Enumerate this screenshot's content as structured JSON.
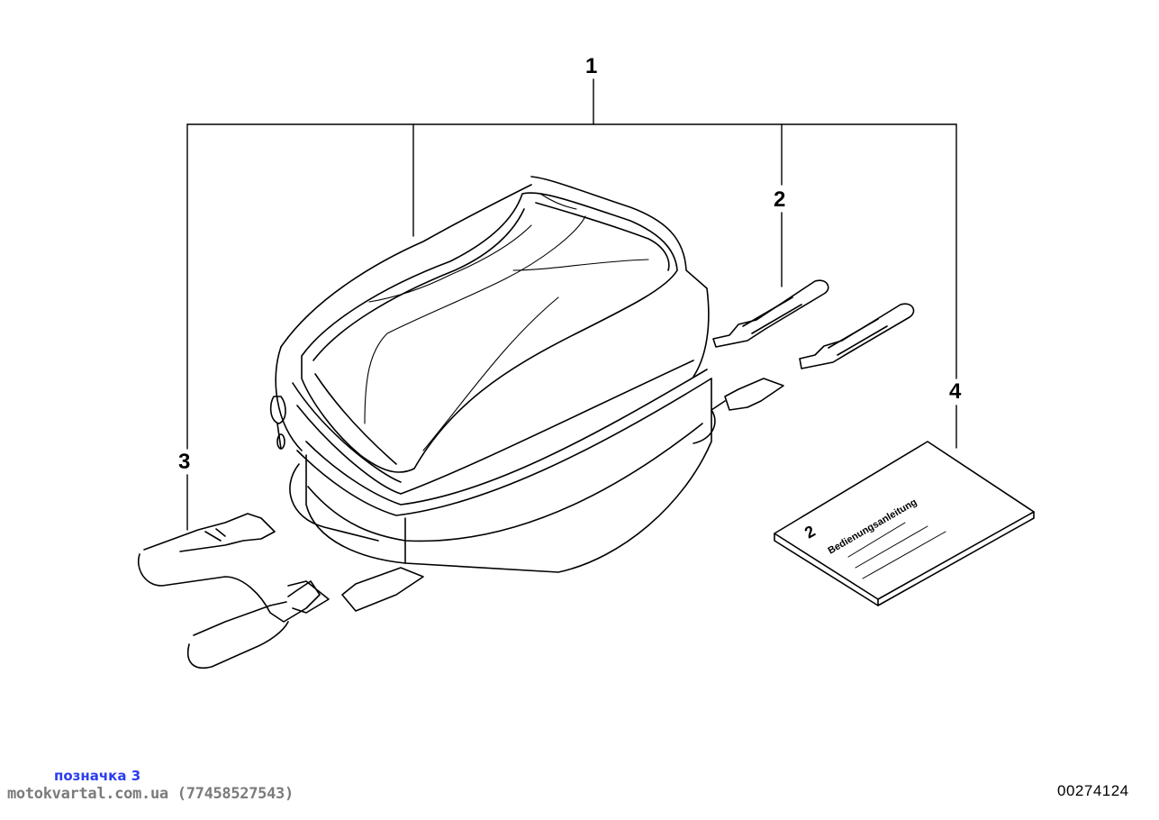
{
  "callouts": {
    "c1": "1",
    "c2": "2",
    "c3": "3",
    "c4": "4"
  },
  "manual": {
    "number": "2",
    "title": "Bedienungsanleitung"
  },
  "footer": {
    "tag": "позначка 3",
    "site": "motokvartal.com.ua (77458527543)",
    "code": "00274124"
  },
  "colors": {
    "line": "#000000",
    "tag": "#2a3df0",
    "site": "#7b7b7b"
  }
}
